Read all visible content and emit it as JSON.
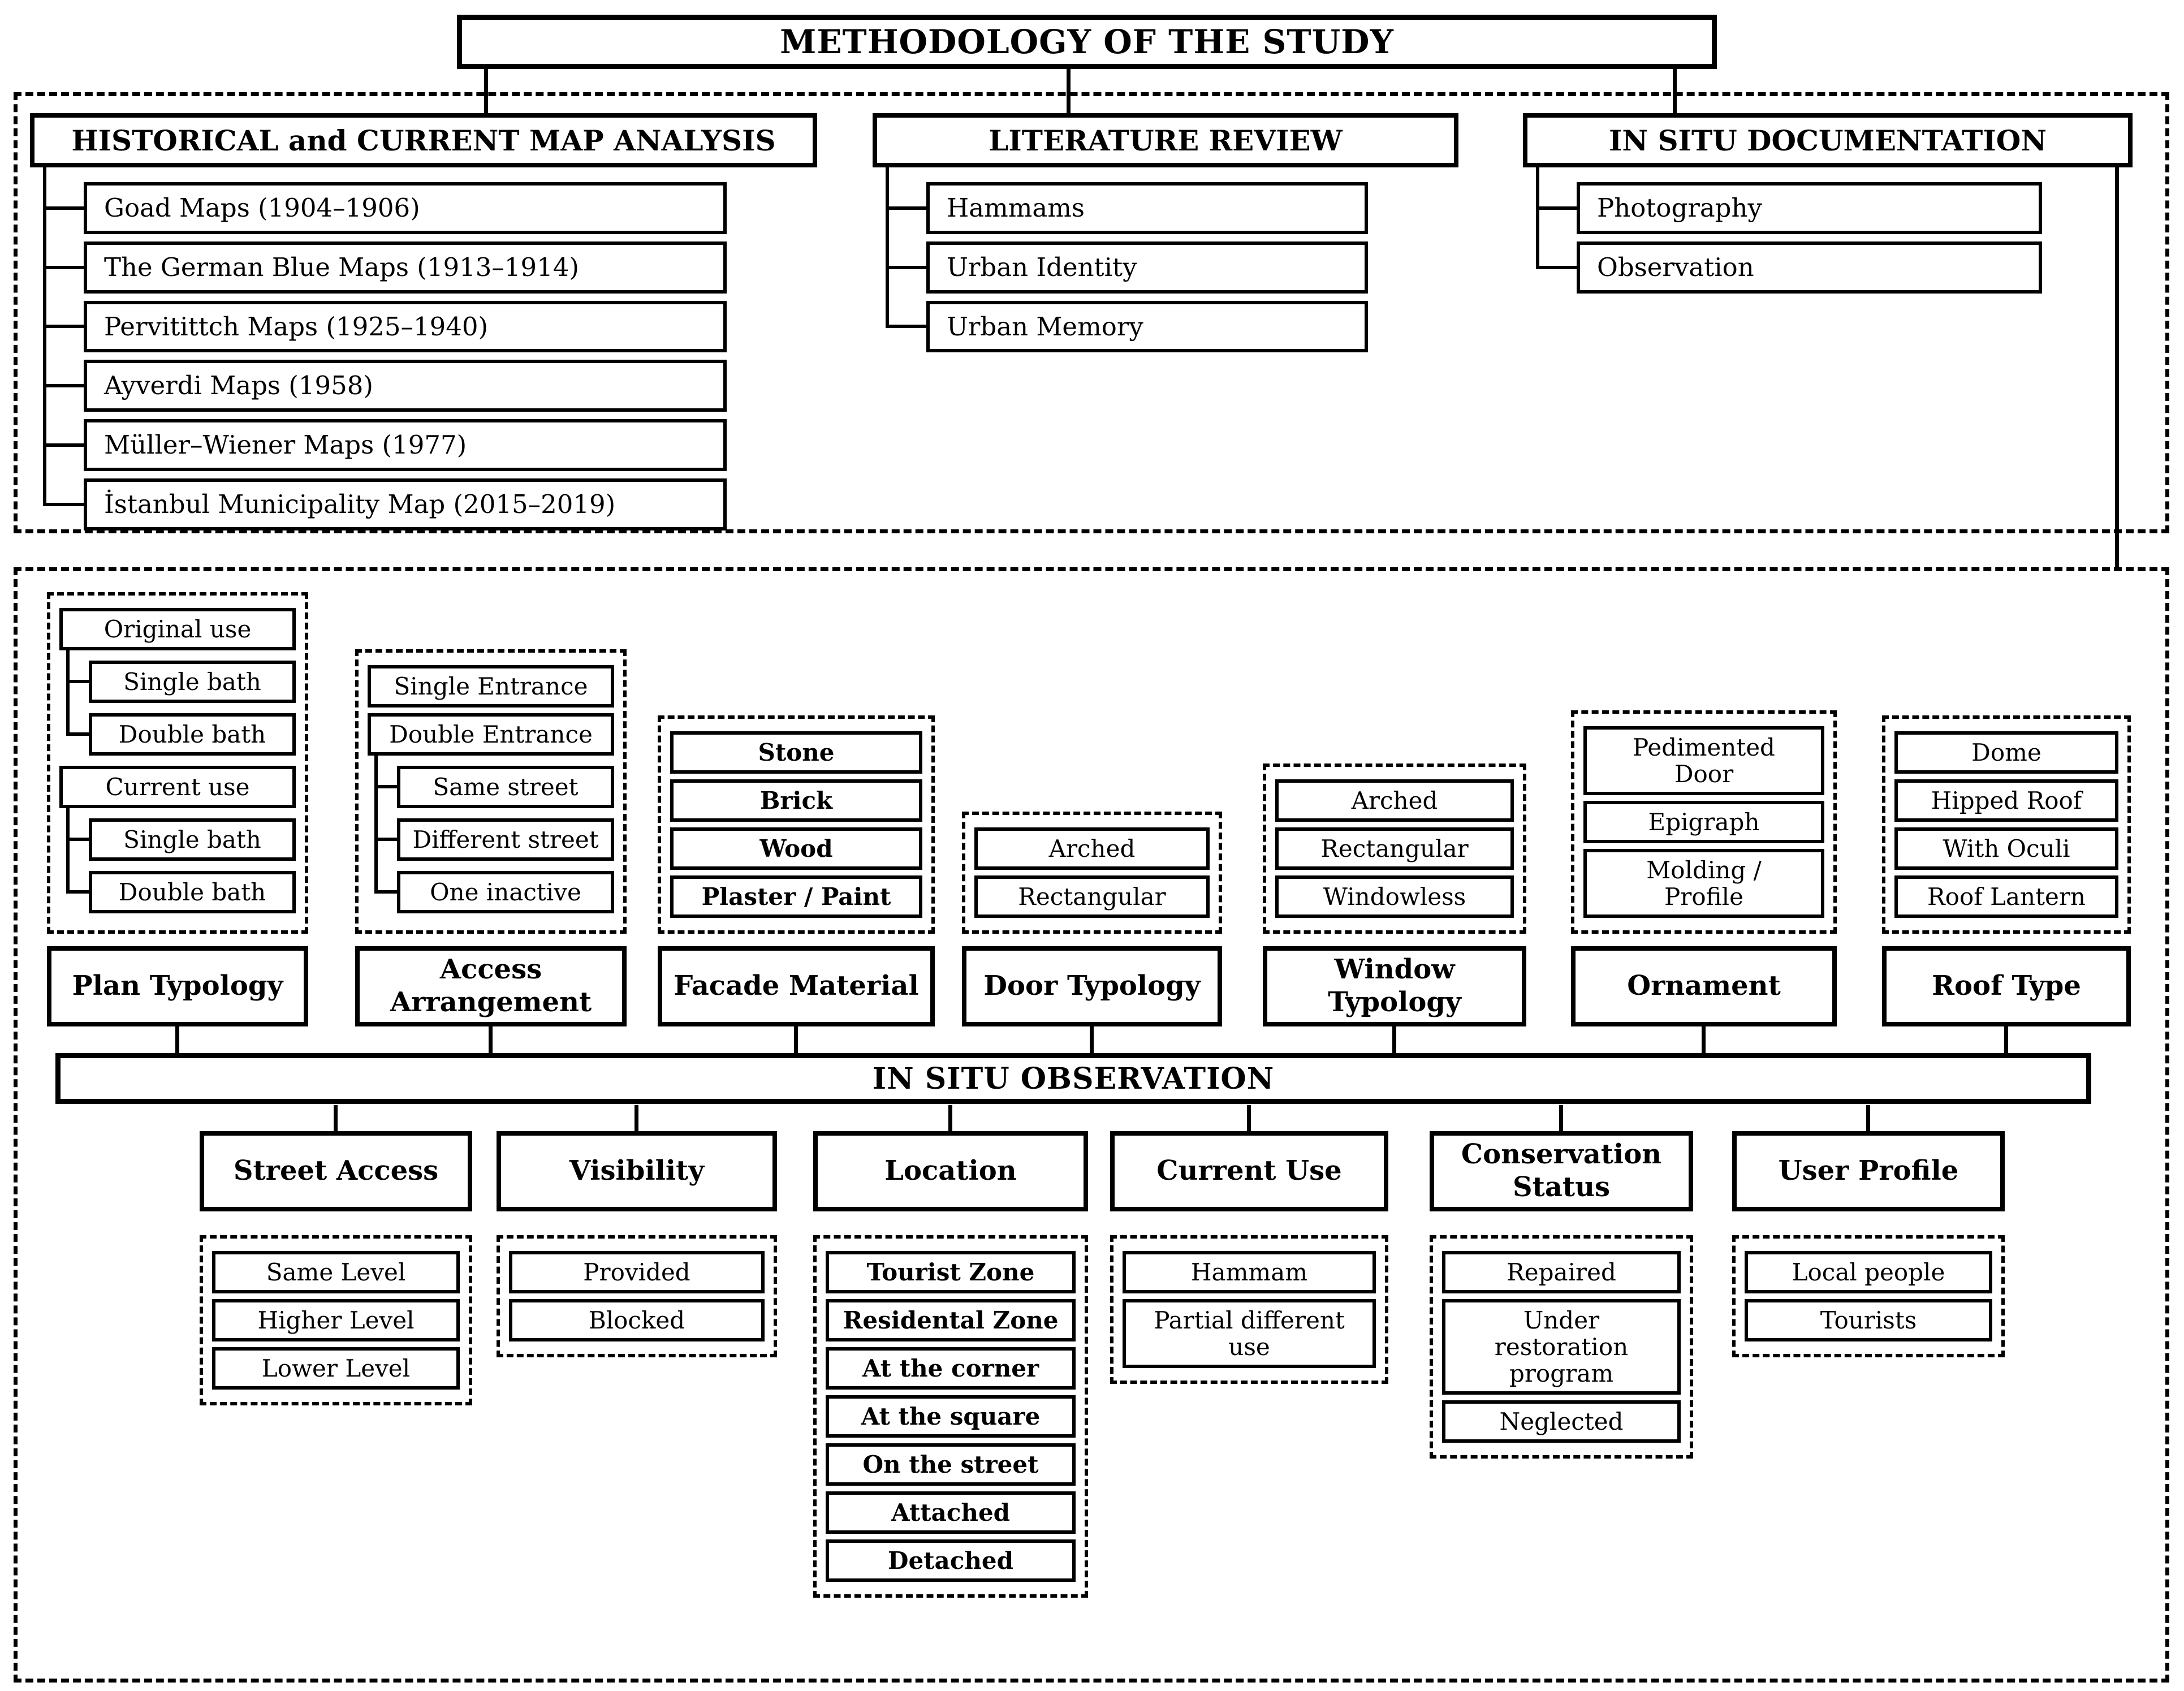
{
  "title": "METHODOLOGY OF THE STUDY",
  "colors": {
    "ink": "#000000",
    "paper": "#ffffff"
  },
  "top_section": {
    "columns": [
      {
        "header": "HISTORICAL and CURRENT MAP ANALYSIS",
        "items": [
          "Goad Maps (1904–1906)",
          "The German Blue Maps (1913–1914)",
          "Pervitittch Maps (1925–1940)",
          "Ayverdi Maps (1958)",
          "Müller–Wiener Maps (1977)",
          "İstanbul Municipality Map (2015–2019)"
        ]
      },
      {
        "header": "LITERATURE REVIEW",
        "items": [
          "Hammams",
          "Urban Identity",
          "Urban Memory"
        ]
      },
      {
        "header": "IN SITU DOCUMENTATION",
        "items": [
          "Photography",
          "Observation"
        ]
      }
    ]
  },
  "middle_section": {
    "groups": [
      {
        "label": "Plan Typology",
        "tree": [
          {
            "parent": "Original use",
            "children": [
              "Single bath",
              "Double bath"
            ]
          },
          {
            "parent": "Current use",
            "children": [
              "Single bath",
              "Double bath"
            ]
          }
        ]
      },
      {
        "label": "Access Arrangement",
        "tree": [
          {
            "parent": "Single Entrance",
            "children": []
          },
          {
            "parent": "Double Entrance",
            "children": [
              "Same street",
              "Different street",
              "One inactive"
            ]
          }
        ]
      },
      {
        "label": "Facade Material",
        "items": [
          "Stone",
          "Brick",
          "Wood",
          "Plaster / Paint"
        ]
      },
      {
        "label": "Door Typology",
        "items": [
          "Arched",
          "Rectangular"
        ]
      },
      {
        "label": "Window Typology",
        "items": [
          "Arched",
          "Rectangular",
          "Windowless"
        ]
      },
      {
        "label": "Ornament",
        "items": [
          "Pedimented Door",
          "Epigraph",
          "Molding / Profile"
        ]
      },
      {
        "label": "Roof Type",
        "items": [
          "Dome",
          "Hipped Roof",
          "With Oculi",
          "Roof Lantern"
        ]
      }
    ]
  },
  "observation_bar": "IN SITU OBSERVATION",
  "bottom_section": {
    "groups": [
      {
        "label": "Street Access",
        "items": [
          "Same Level",
          "Higher Level",
          "Lower Level"
        ]
      },
      {
        "label": "Visibility",
        "items": [
          "Provided",
          "Blocked"
        ]
      },
      {
        "label": "Location",
        "items": [
          "Tourist Zone",
          "Residental Zone",
          "At the corner",
          "At the square",
          "On the street",
          "Attached",
          "Detached"
        ]
      },
      {
        "label": "Current Use",
        "items": [
          "Hammam",
          "Partial different use"
        ]
      },
      {
        "label": "Conservation Status",
        "items": [
          "Repaired",
          "Under restoration program",
          "Neglected"
        ]
      },
      {
        "label": "User Profile",
        "items": [
          "Local people",
          "Tourists"
        ]
      }
    ]
  }
}
